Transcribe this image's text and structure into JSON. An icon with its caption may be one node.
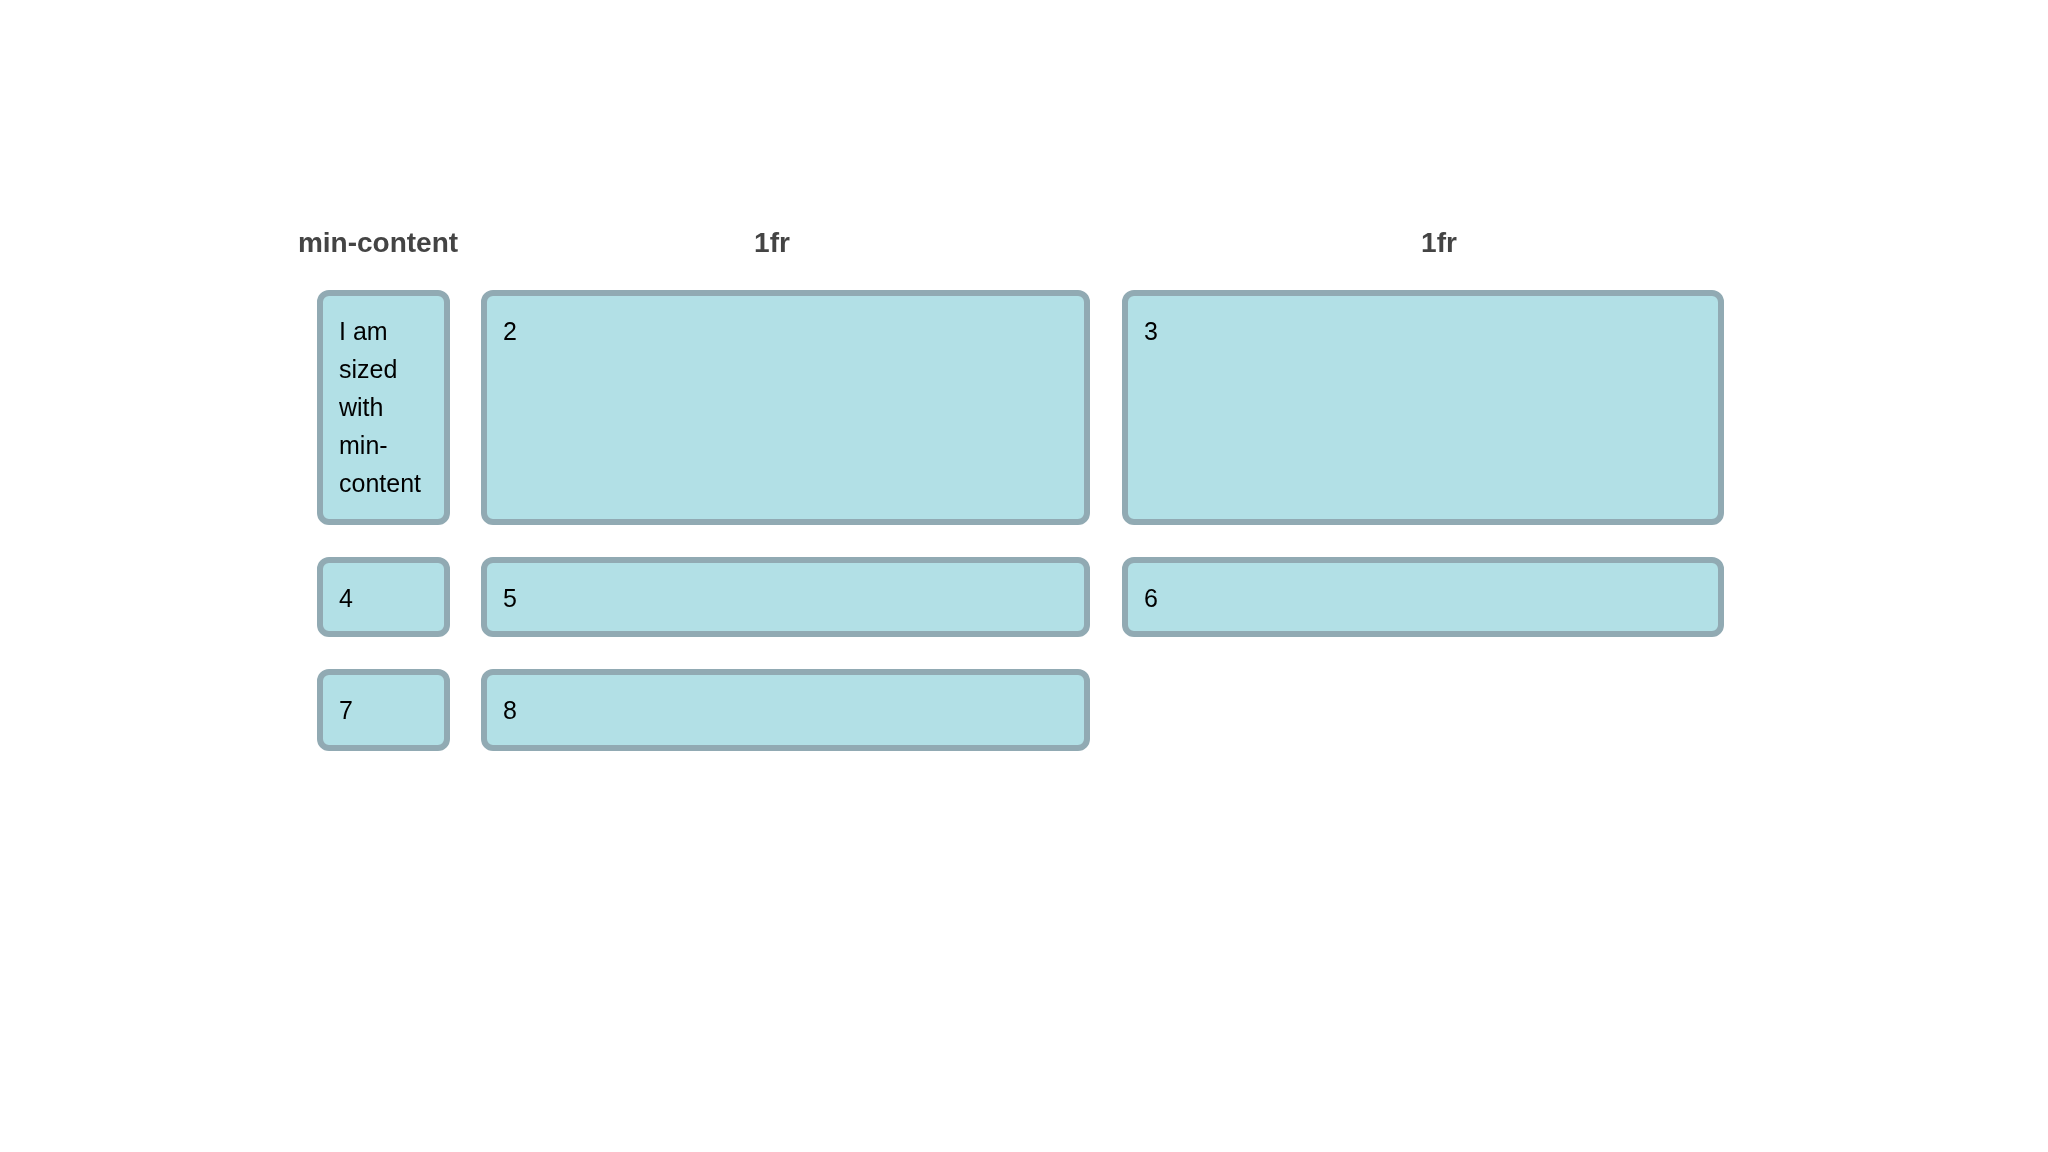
{
  "diagram": {
    "nodes": [
      {
        "text": [
          "I am sized with min-content"
        ]
      },
      {
        "text": [
          "2"
        ]
      },
      {
        "text": [
          "3"
        ]
      },
      {
        "text": [
          "4"
        ]
      },
      {
        "text": [
          "5"
        ]
      },
      {
        "text": [
          "6"
        ]
      },
      {
        "text": [
          "7"
        ]
      },
      {
        "text": [
          "8"
        ]
      }
    ],
    "labels": [
      "min-content",
      "1fr",
      "1fr"
    ]
  }
}
